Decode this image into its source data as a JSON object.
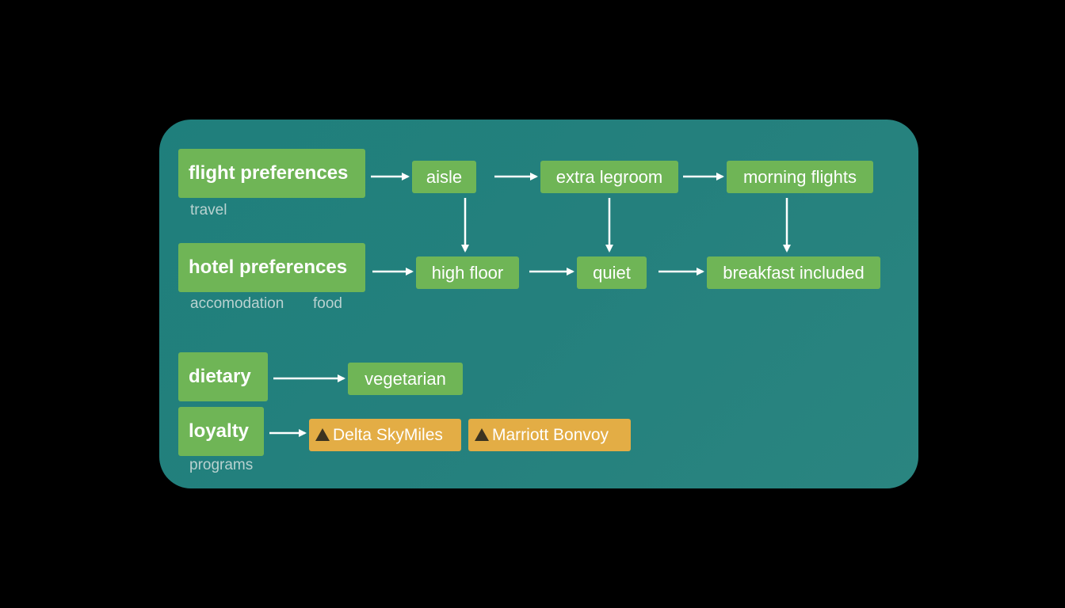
{
  "categories": {
    "flight": "flight preferences",
    "hotel": "hotel preferences",
    "dietary": "dietary",
    "loyalty": "loyalty"
  },
  "sublabels": {
    "travel": "travel",
    "accommodation": "accomodation",
    "food": "food",
    "programs": "programs"
  },
  "flight_items": [
    "aisle",
    "extra legroom",
    "morning flights"
  ],
  "hotel_items": [
    "high floor",
    "quiet",
    "breakfast included"
  ],
  "dietary_items": [
    "vegetarian"
  ],
  "loyalty_items": [
    "Delta SkyMiles",
    "Marriott Bonvoy"
  ],
  "colors": {
    "background": "#000000",
    "panel": "#24807d",
    "node_green": "#6fb556",
    "node_orange": "#e3ad45",
    "sublabel": "#b9d2d0",
    "arrow": "#ffffff"
  }
}
